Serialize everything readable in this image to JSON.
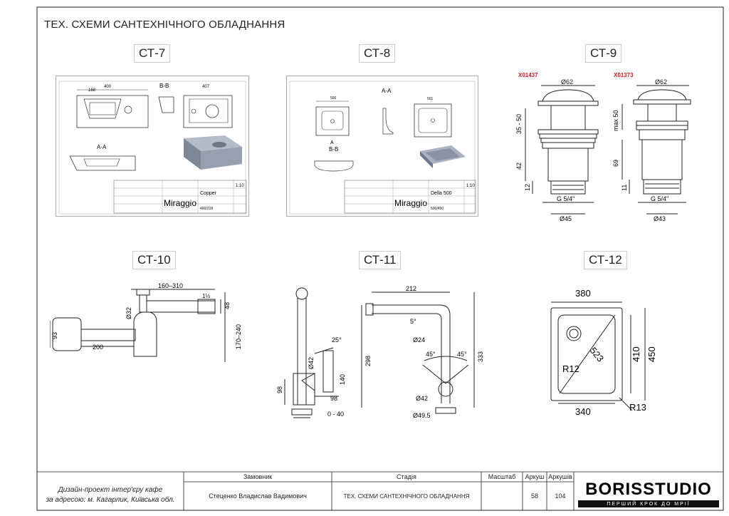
{
  "sheet_title": "ТЕХ. СХЕМИ САНТЕХНІЧНОГО ОБЛАДНАННЯ",
  "labels": [
    "СТ-7",
    "СТ-8",
    "СТ-9",
    "СТ-10",
    "СТ-11",
    "СТ-12"
  ],
  "ct7": {
    "section_bb": "B-B",
    "section_aa": "A-A",
    "w400": "400",
    "w407": "407",
    "brand": "Miraggio",
    "model": "Copper",
    "scale": "1:10",
    "sub": "400/218"
  },
  "ct8": {
    "section_aa": "A-A",
    "section_bb": "B-B",
    "brand": "Miraggio",
    "model": "Della 500",
    "scale": "1:10",
    "sub": "500/450"
  },
  "ct9": {
    "code_a": "X01437",
    "code_b": "X01373",
    "a": {
      "d_top": "Ø62",
      "h1": "35 - 50",
      "h2": "42",
      "h3": "12",
      "thread": "G 5/4\"",
      "d_bot": "Ø45"
    },
    "b": {
      "d_top": "Ø62",
      "h1": "max 50",
      "h2": "69",
      "h3": "11",
      "thread": "G 5/4\"",
      "d_bot": "Ø43"
    }
  },
  "ct10": {
    "dim_top": "160–310",
    "dim_fr": "1½",
    "dim_48": "48",
    "dim_32": "Ø32",
    "dim_93": "93",
    "dim_200": "200",
    "dim_h": "170–240"
  },
  "ct11": {
    "dim_212": "212",
    "dim_5deg": "5°",
    "dim_25deg": "25°",
    "dim_24": "Ø24",
    "dim_45a": "45°",
    "dim_45b": "45°",
    "dim_298": "298",
    "dim_333": "333",
    "dim_42a": "Ø42",
    "dim_140": "140",
    "dim_98a": "98",
    "dim_98b": "98",
    "dim_42b": "Ø42",
    "dim_040": "0 - 40",
    "dim_495": "Ø49.5"
  },
  "ct12": {
    "w_top": "380",
    "w_bot": "340",
    "h410": "410",
    "h450": "450",
    "diag": "523",
    "r12": "R12",
    "r13": "R13"
  },
  "titleblock": {
    "project_line1": "Дизайн-проект інтер'єру кафе",
    "project_line2": "за адресою: м. Кагарлик, Київська обл.",
    "h_client": "Замовник",
    "h_stage": "Стадія",
    "h_scale": "Масштаб",
    "h_sheet": "Аркуш",
    "h_sheets": "Аркушів",
    "client": "Стеценко Владислав Вадимович",
    "stage": "ТЕХ. СХЕМИ САНТЕХНІЧНОГО ОБЛАДНАННЯ",
    "sheet": "58",
    "sheets": "104",
    "logo": "BORISSTUDIO",
    "slogan": "ПЕРШИЙ КРОК ДО МРІЇ"
  },
  "colors": {
    "line": "#222222",
    "red": "#d0202a",
    "steel": "#8b93a3"
  }
}
